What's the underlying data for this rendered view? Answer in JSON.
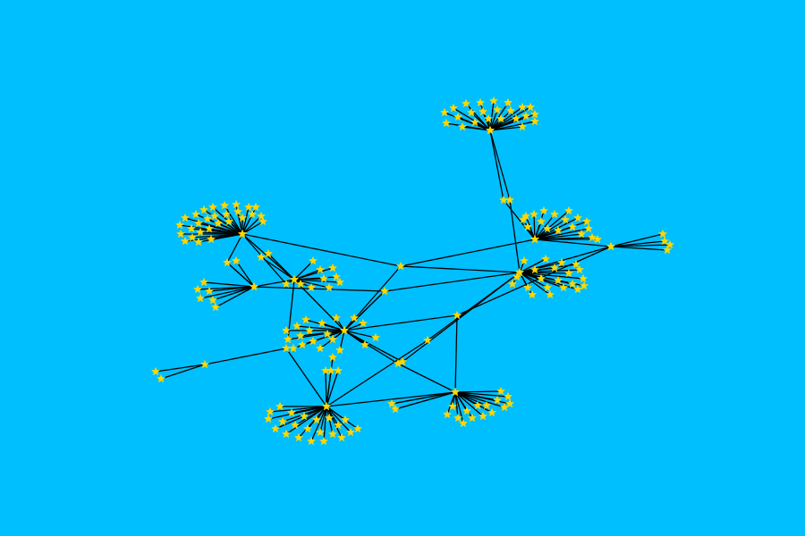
{
  "colors": {
    "background": "#00BFFF",
    "node": "#FFD700",
    "edge": "#000000"
  },
  "node_shape": "star",
  "clusters": [
    {
      "id": "top",
      "hub": [
        548,
        146
      ],
      "spokes": [
        [
          497,
          126
        ],
        [
          499,
          138
        ],
        [
          507,
          121
        ],
        [
          512,
          131
        ],
        [
          517,
          142
        ],
        [
          521,
          116
        ],
        [
          527,
          126
        ],
        [
          531,
          137
        ],
        [
          537,
          115
        ],
        [
          540,
          125
        ],
        [
          546,
          133
        ],
        [
          552,
          113
        ],
        [
          556,
          123
        ],
        [
          560,
          133
        ],
        [
          568,
          115
        ],
        [
          571,
          124
        ],
        [
          577,
          133
        ],
        [
          584,
          120
        ],
        [
          588,
          130
        ],
        [
          593,
          120
        ],
        [
          598,
          128
        ],
        [
          598,
          136
        ],
        [
          584,
          142
        ]
      ]
    },
    {
      "id": "upper-left",
      "hub": [
        271,
        262
      ],
      "spokes": [
        [
          201,
          252
        ],
        [
          202,
          262
        ],
        [
          207,
          270
        ],
        [
          207,
          244
        ],
        [
          214,
          256
        ],
        [
          215,
          266
        ],
        [
          219,
          240
        ],
        [
          222,
          250
        ],
        [
          224,
          260
        ],
        [
          228,
          235
        ],
        [
          232,
          245
        ],
        [
          234,
          256
        ],
        [
          238,
          232
        ],
        [
          240,
          242
        ],
        [
          244,
          250
        ],
        [
          251,
          230
        ],
        [
          253,
          240
        ],
        [
          256,
          248
        ],
        [
          264,
          229
        ],
        [
          266,
          237
        ],
        [
          271,
          244
        ],
        [
          278,
          232
        ],
        [
          282,
          240
        ],
        [
          286,
          232
        ],
        [
          292,
          242
        ],
        [
          294,
          248
        ],
        [
          222,
          271
        ],
        [
          236,
          268
        ]
      ]
    },
    {
      "id": "right-upper",
      "hub": [
        598,
        268
      ],
      "spokes": [
        [
          585,
          246
        ],
        [
          590,
          254
        ],
        [
          597,
          240
        ],
        [
          605,
          248
        ],
        [
          608,
          236
        ],
        [
          612,
          256
        ],
        [
          620,
          240
        ],
        [
          624,
          258
        ],
        [
          632,
          246
        ],
        [
          636,
          236
        ],
        [
          640,
          254
        ],
        [
          646,
          244
        ],
        [
          650,
          262
        ],
        [
          656,
          248
        ],
        [
          658,
          256
        ],
        [
          662,
          266
        ],
        [
          668,
          268
        ],
        [
          588,
          242
        ]
      ]
    },
    {
      "id": "right-mid",
      "hub": [
        581,
        305
      ],
      "spokes": [
        [
          573,
          318
        ],
        [
          578,
          310
        ],
        [
          586,
          292
        ],
        [
          590,
          322
        ],
        [
          595,
          330
        ],
        [
          598,
          302
        ],
        [
          605,
          312
        ],
        [
          610,
          290
        ],
        [
          612,
          322
        ],
        [
          615,
          330
        ],
        [
          620,
          300
        ],
        [
          624,
          314
        ],
        [
          628,
          294
        ],
        [
          630,
          322
        ],
        [
          636,
          306
        ],
        [
          640,
          318
        ],
        [
          644,
          296
        ],
        [
          646,
          324
        ],
        [
          648,
          302
        ],
        [
          652,
          312
        ],
        [
          653,
          320
        ]
      ]
    },
    {
      "id": "far-right",
      "hub": [
        683,
        276
      ],
      "spokes": [
        [
          741,
          262
        ],
        [
          743,
          270
        ],
        [
          746,
          280
        ],
        [
          749,
          274
        ]
      ]
    },
    {
      "id": "mid-right-small",
      "hub": [
        329,
        313
      ],
      "spokes": [
        [
          350,
          292
        ],
        [
          358,
          302
        ],
        [
          362,
          312
        ],
        [
          368,
          322
        ],
        [
          372,
          300
        ],
        [
          376,
          310
        ],
        [
          380,
          316
        ],
        [
          348,
          322
        ],
        [
          336,
          318
        ],
        [
          320,
          318
        ],
        [
          300,
          284
        ],
        [
          292,
          288
        ]
      ]
    },
    {
      "id": "left-small",
      "hub": [
        284,
        321
      ],
      "spokes": [
        [
          221,
          324
        ],
        [
          224,
          334
        ],
        [
          228,
          316
        ],
        [
          234,
          326
        ],
        [
          238,
          336
        ],
        [
          241,
          344
        ],
        [
          254,
          294
        ],
        [
          264,
          292
        ]
      ]
    },
    {
      "id": "center",
      "hub": [
        385,
        370
      ],
      "spokes": [
        [
          320,
          370
        ],
        [
          322,
          380
        ],
        [
          328,
          390
        ],
        [
          332,
          365
        ],
        [
          336,
          376
        ],
        [
          338,
          386
        ],
        [
          342,
          358
        ],
        [
          346,
          370
        ],
        [
          350,
          382
        ],
        [
          358,
          390
        ],
        [
          360,
          362
        ],
        [
          366,
          374
        ],
        [
          372,
          380
        ],
        [
          376,
          356
        ],
        [
          380,
          392
        ],
        [
          396,
          356
        ],
        [
          406,
          362
        ],
        [
          408,
          386
        ],
        [
          420,
          378
        ]
      ]
    },
    {
      "id": "lower-left",
      "hub": [
        365,
        455
      ],
      "spokes": [
        [
          300,
          469
        ],
        [
          302,
          461
        ],
        [
          308,
          480
        ],
        [
          313,
          455
        ],
        [
          316,
          472
        ],
        [
          320,
          486
        ],
        [
          326,
          462
        ],
        [
          330,
          476
        ],
        [
          334,
          490
        ],
        [
          340,
          466
        ],
        [
          344,
          480
        ],
        [
          348,
          494
        ],
        [
          354,
          470
        ],
        [
          358,
          484
        ],
        [
          362,
          494
        ],
        [
          368,
          468
        ],
        [
          372,
          486
        ],
        [
          378,
          476
        ],
        [
          382,
          490
        ],
        [
          386,
          470
        ],
        [
          392,
          484
        ],
        [
          400,
          480
        ],
        [
          364,
          415
        ],
        [
          370,
          415
        ],
        [
          378,
          415
        ]
      ]
    },
    {
      "id": "lower-right",
      "hub": [
        509,
        439
      ],
      "spokes": [
        [
          500,
          464
        ],
        [
          506,
          455
        ],
        [
          512,
          468
        ],
        [
          518,
          474
        ],
        [
          522,
          460
        ],
        [
          528,
          468
        ],
        [
          534,
          454
        ],
        [
          540,
          466
        ],
        [
          544,
          454
        ],
        [
          550,
          462
        ],
        [
          556,
          448
        ],
        [
          560,
          438
        ],
        [
          564,
          456
        ],
        [
          568,
          444
        ],
        [
          570,
          452
        ],
        [
          438,
          452
        ],
        [
          442,
          458
        ]
      ]
    }
  ],
  "links": [
    [
      [
        271,
        262
      ],
      [
        448,
        298
      ]
    ],
    [
      [
        448,
        298
      ],
      [
        581,
        305
      ]
    ],
    [
      [
        448,
        298
      ],
      [
        598,
        268
      ]
    ],
    [
      [
        448,
        298
      ],
      [
        385,
        370
      ]
    ],
    [
      [
        548,
        146
      ],
      [
        563,
        224
      ]
    ],
    [
      [
        548,
        146
      ],
      [
        570,
        224
      ]
    ],
    [
      [
        563,
        224
      ],
      [
        598,
        268
      ]
    ],
    [
      [
        570,
        224
      ],
      [
        581,
        305
      ]
    ],
    [
      [
        284,
        321
      ],
      [
        430,
        326
      ]
    ],
    [
      [
        430,
        326
      ],
      [
        581,
        305
      ]
    ],
    [
      [
        430,
        326
      ],
      [
        385,
        370
      ]
    ],
    [
      [
        385,
        370
      ],
      [
        511,
        353
      ]
    ],
    [
      [
        511,
        353
      ],
      [
        509,
        439
      ]
    ],
    [
      [
        511,
        353
      ],
      [
        683,
        276
      ]
    ],
    [
      [
        385,
        370
      ],
      [
        445,
        407
      ]
    ],
    [
      [
        445,
        407
      ],
      [
        509,
        439
      ]
    ],
    [
      [
        385,
        370
      ],
      [
        450,
        405
      ]
    ],
    [
      [
        450,
        405
      ],
      [
        581,
        305
      ]
    ],
    [
      [
        365,
        455
      ],
      [
        478,
        381
      ]
    ],
    [
      [
        478,
        381
      ],
      [
        581,
        305
      ]
    ],
    [
      [
        365,
        455
      ],
      [
        509,
        439
      ]
    ],
    [
      [
        365,
        455
      ],
      [
        320,
        390
      ]
    ],
    [
      [
        320,
        390
      ],
      [
        229,
        408
      ]
    ],
    [
      [
        229,
        408
      ],
      [
        174,
        416
      ]
    ],
    [
      [
        229,
        408
      ],
      [
        180,
        424
      ]
    ],
    [
      [
        271,
        262
      ],
      [
        329,
        313
      ]
    ],
    [
      [
        271,
        262
      ],
      [
        320,
        318
      ]
    ],
    [
      [
        271,
        262
      ],
      [
        254,
        294
      ]
    ],
    [
      [
        254,
        294
      ],
      [
        284,
        321
      ]
    ],
    [
      [
        329,
        313
      ],
      [
        385,
        370
      ]
    ],
    [
      [
        284,
        321
      ],
      [
        329,
        313
      ]
    ],
    [
      [
        329,
        313
      ],
      [
        322,
        380
      ]
    ],
    [
      [
        365,
        455
      ],
      [
        372,
        400
      ]
    ],
    [
      [
        598,
        268
      ],
      [
        683,
        276
      ]
    ],
    [
      [
        581,
        305
      ],
      [
        683,
        276
      ]
    ],
    [
      [
        509,
        439
      ],
      [
        438,
        452
      ]
    ],
    [
      [
        509,
        439
      ],
      [
        442,
        458
      ]
    ],
    [
      [
        385,
        370
      ],
      [
        430,
        326
      ]
    ]
  ]
}
